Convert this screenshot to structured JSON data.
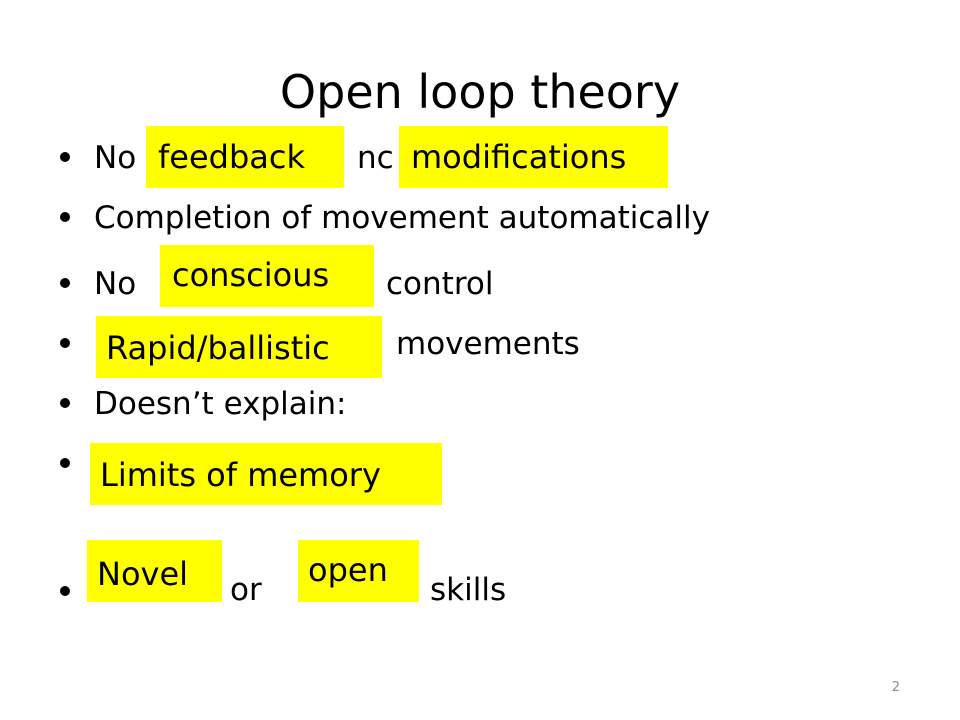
{
  "slide": {
    "title": "Open loop theory",
    "page_number": "2",
    "bullets": [
      {
        "lead": "No",
        "mid": "nc",
        "blank1": "feedback",
        "blank2": "modifications"
      },
      {
        "text": "Completion of movement automatically"
      },
      {
        "lead": "No",
        "tail": "control",
        "blank1": "conscious"
      },
      {
        "tail": "movements",
        "blank1": "Rapid/ballistic"
      },
      {
        "text": "Doesn’t explain:"
      },
      {
        "blank1": "Limits of memory"
      },
      {
        "mid": "or",
        "tail": "skills",
        "blank1": "Novel",
        "blank2": "open"
      }
    ],
    "highlight_color": "#ffff00"
  }
}
